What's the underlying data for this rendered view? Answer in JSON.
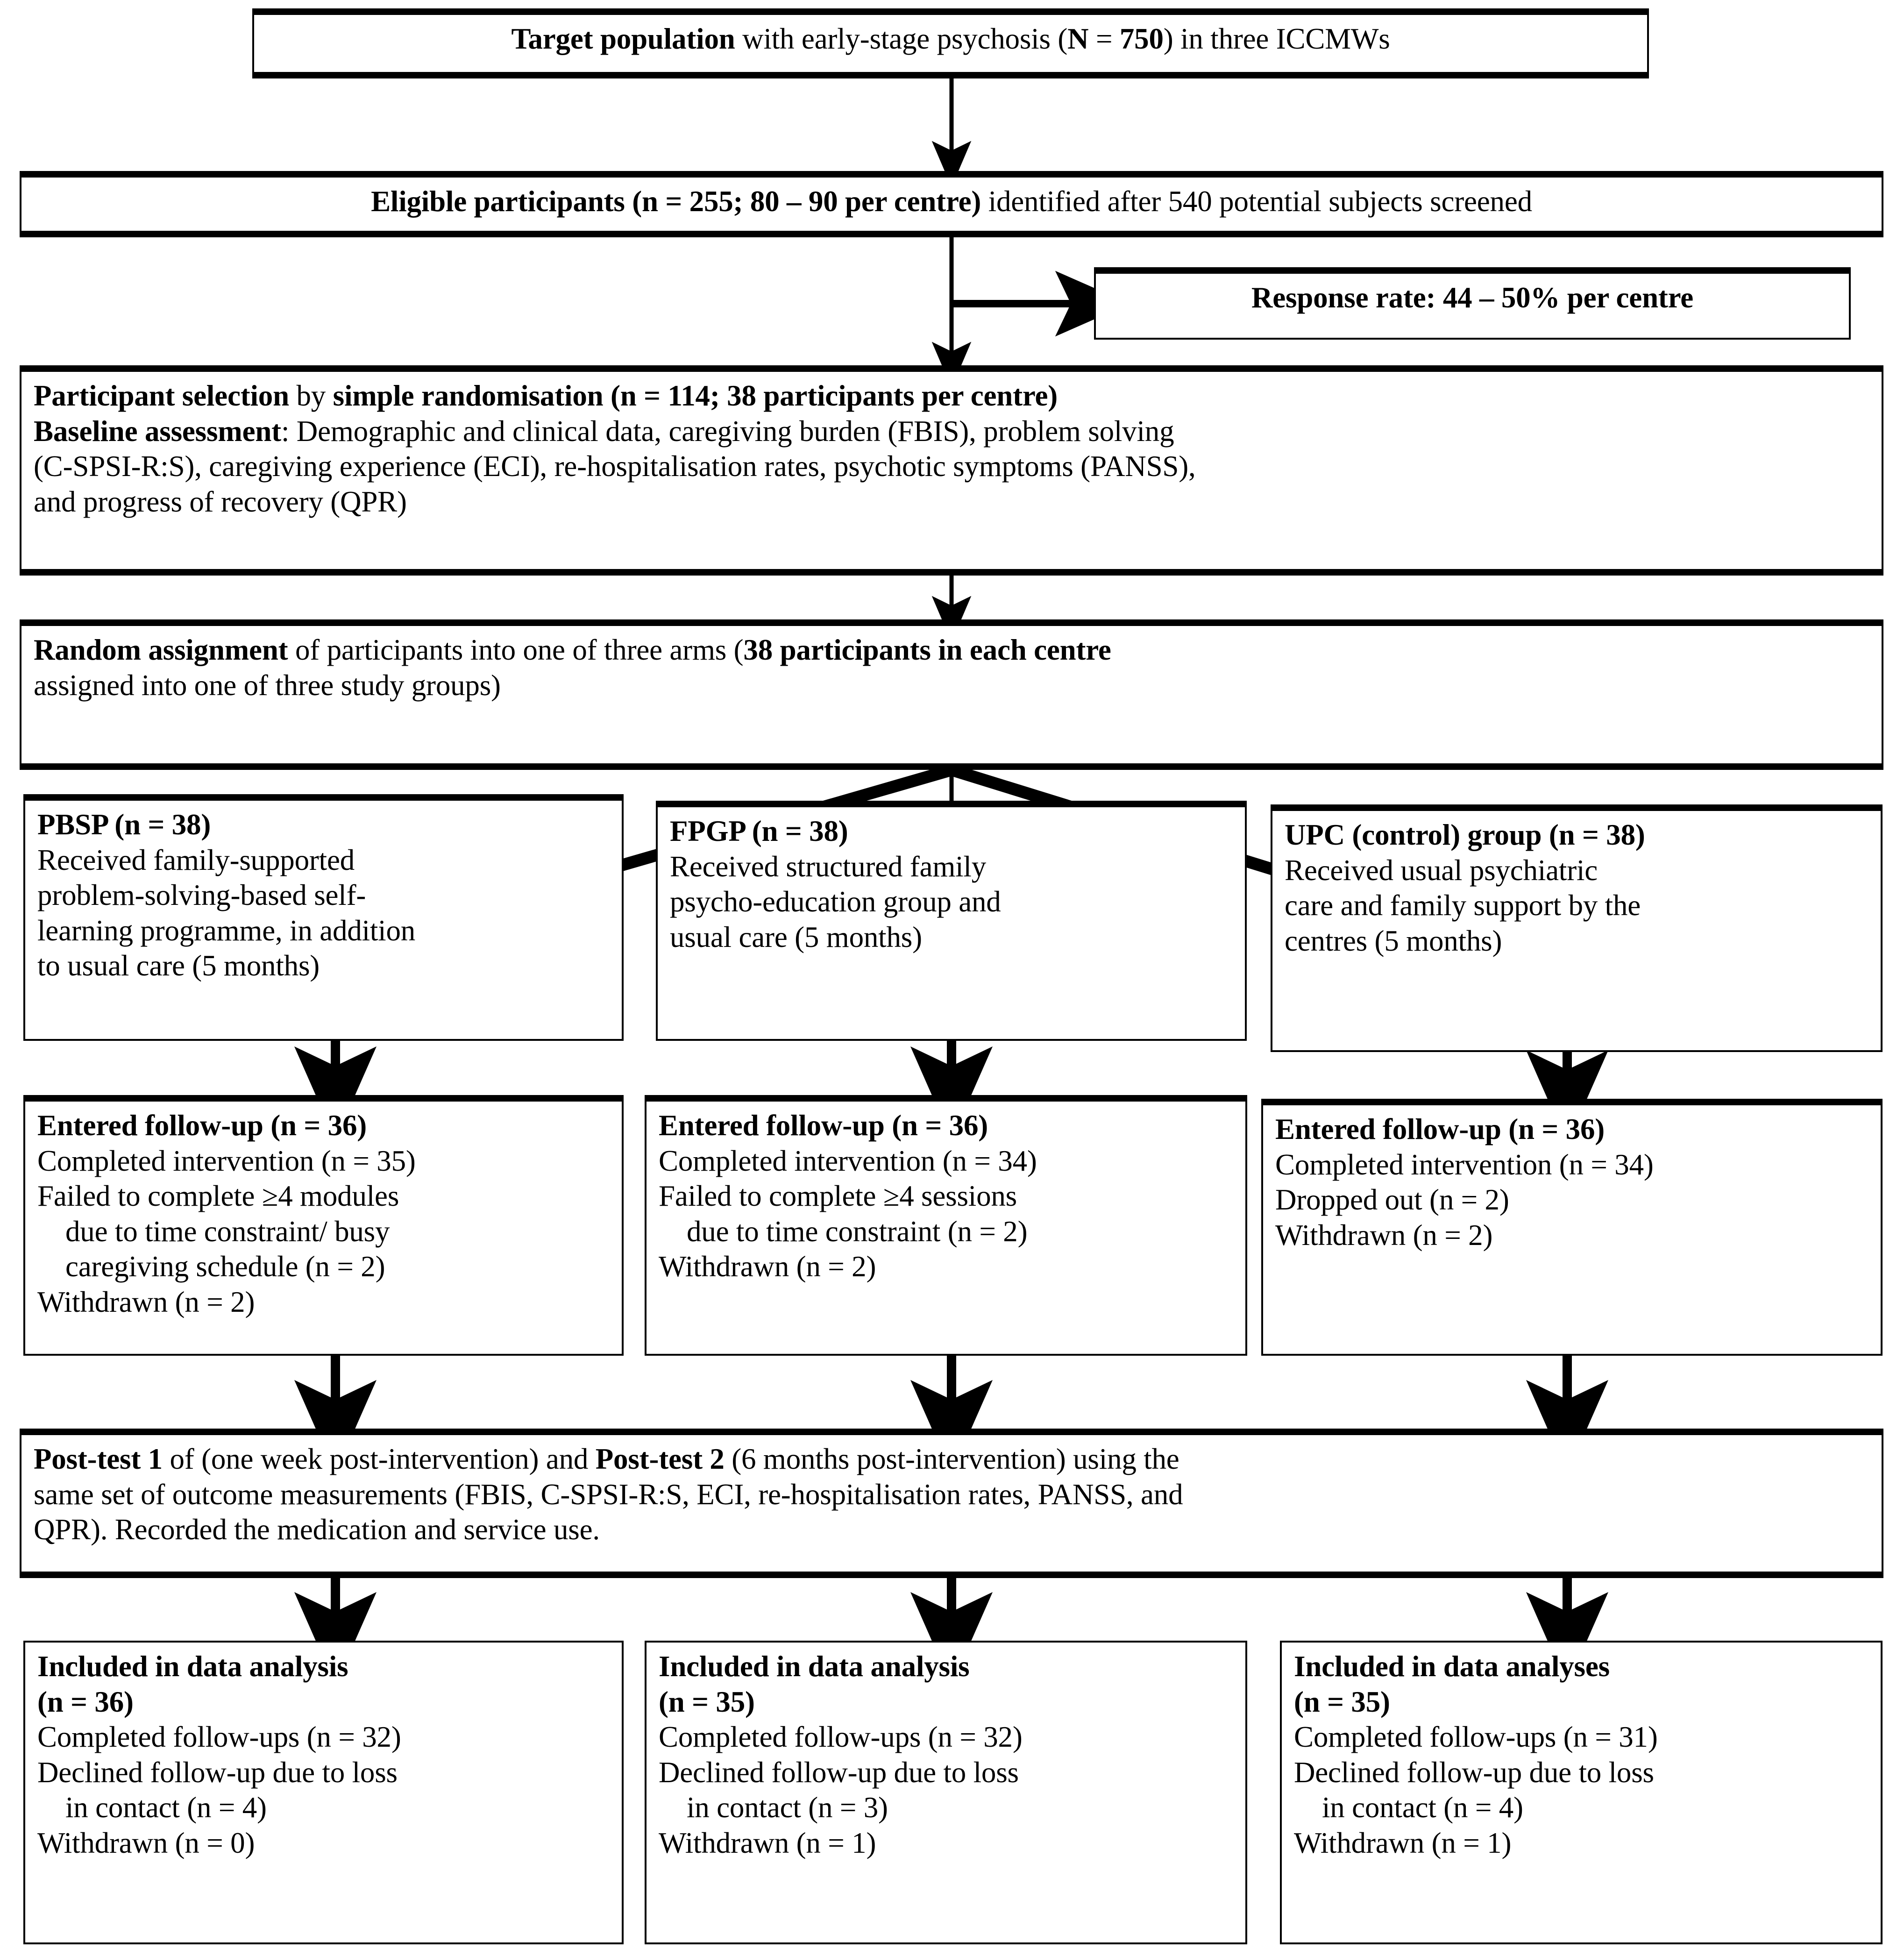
{
  "diagram": {
    "title": "CONSORT participant flow diagram",
    "colors": {
      "stroke": "#000000",
      "background": "#ffffff"
    }
  },
  "nodes": {
    "target_population": {
      "lines": [
        {
          "segments": [
            {
              "text": "Target population",
              "bold": true
            },
            {
              "text": " with early-stage psychosis (",
              "bold": false
            },
            {
              "text": "N",
              "bold": true
            },
            {
              "text": " = ",
              "bold": false
            },
            {
              "text": "750",
              "bold": true
            },
            {
              "text": ") in three ICCMWs",
              "bold": false
            }
          ]
        }
      ]
    },
    "eligible_participants": {
      "lines": [
        {
          "segments": [
            {
              "text": "Eligible participants (n = 255; 80 ",
              "bold": true
            },
            {
              "text": "–",
              "bold": true
            },
            {
              "text": " 90 per centre)",
              "bold": true
            },
            {
              "text": " identified after 540 potential subjects screened",
              "bold": false
            }
          ]
        }
      ]
    },
    "response_rate": {
      "lines": [
        {
          "segments": [
            {
              "text": "Response rate: 44 – 50% per centre",
              "bold": true
            }
          ]
        }
      ]
    },
    "participant_selection": {
      "lines": [
        {
          "segments": [
            {
              "text": "Participant selection",
              "bold": true
            },
            {
              "text": " by ",
              "bold": false
            },
            {
              "text": "simple randomisation (n = 114; 38 participants per centre)",
              "bold": true
            }
          ]
        },
        {
          "segments": [
            {
              "text": "Baseline assessment",
              "bold": true
            },
            {
              "text": ": Demographic and clinical data, caregiving burden (FBIS), problem solving",
              "bold": false
            }
          ]
        },
        {
          "segments": [
            {
              "text": "(C-SPSI-R:S), caregiving experience (ECI), re-hospitalisation rates, psychotic symptoms (PANSS),",
              "bold": false
            }
          ]
        },
        {
          "segments": [
            {
              "text": "and progress of recovery (QPR)",
              "bold": false
            }
          ]
        }
      ]
    },
    "random_assignment": {
      "lines": [
        {
          "segments": [
            {
              "text": "Random assignment",
              "bold": true
            },
            {
              "text": " of participants into one of three arms (",
              "bold": false
            },
            {
              "text": "38 participants in each centre",
              "bold": true
            }
          ]
        },
        {
          "segments": [
            {
              "text": "assigned into one of three study groups)",
              "bold": false
            }
          ]
        }
      ]
    },
    "arm_pbsp": {
      "lines": [
        {
          "segments": [
            {
              "text": "PBSP (n = 38)",
              "bold": true
            }
          ]
        },
        {
          "segments": [
            {
              "text": "Received family-supported",
              "bold": false
            }
          ]
        },
        {
          "segments": [
            {
              "text": "problem-solving-based self-",
              "bold": false
            }
          ]
        },
        {
          "segments": [
            {
              "text": "learning programme, in addition",
              "bold": false
            }
          ]
        },
        {
          "segments": [
            {
              "text": "to usual care (5 months)",
              "bold": false
            }
          ]
        }
      ]
    },
    "arm_fpgp": {
      "lines": [
        {
          "segments": [
            {
              "text": "FPGP (n = 38)",
              "bold": true
            }
          ]
        },
        {
          "segments": [
            {
              "text": "Received structured family",
              "bold": false
            }
          ]
        },
        {
          "segments": [
            {
              "text": "psycho-education group and",
              "bold": false
            }
          ]
        },
        {
          "segments": [
            {
              "text": "usual care (5 months)",
              "bold": false
            }
          ]
        }
      ]
    },
    "arm_upc": {
      "lines": [
        {
          "segments": [
            {
              "text": "UPC (control) group (n = 38)",
              "bold": true
            }
          ]
        },
        {
          "segments": [
            {
              "text": "Received usual psychiatric",
              "bold": false
            }
          ]
        },
        {
          "segments": [
            {
              "text": "care and family support by the",
              "bold": false
            }
          ]
        },
        {
          "segments": [
            {
              "text": "centres (5 months)",
              "bold": false
            }
          ]
        }
      ]
    },
    "followup_pbsp": {
      "lines": [
        {
          "segments": [
            {
              "text": "Entered follow-up (n = 36)",
              "bold": true
            }
          ]
        },
        {
          "segments": [
            {
              "text": "Completed intervention (n = 35)",
              "bold": false
            }
          ]
        },
        {
          "segments": [
            {
              "text": "Failed to complete ≥4 modules",
              "bold": false
            }
          ]
        },
        {
          "indent": true,
          "segments": [
            {
              "text": "due to time constraint/ busy",
              "bold": false
            }
          ]
        },
        {
          "indent": true,
          "segments": [
            {
              "text": "caregiving schedule (n = 2)",
              "bold": false
            }
          ]
        },
        {
          "segments": [
            {
              "text": "Withdrawn (n = 2)",
              "bold": false
            }
          ]
        }
      ]
    },
    "followup_fpgp": {
      "lines": [
        {
          "segments": [
            {
              "text": "Entered follow-up (n = 36)",
              "bold": true
            }
          ]
        },
        {
          "segments": [
            {
              "text": "Completed intervention (n = 34)",
              "bold": false
            }
          ]
        },
        {
          "segments": [
            {
              "text": "Failed to complete ≥4 sessions",
              "bold": false
            }
          ]
        },
        {
          "indent": true,
          "segments": [
            {
              "text": "due to time constraint (n = 2)",
              "bold": false
            }
          ]
        },
        {
          "segments": [
            {
              "text": "Withdrawn (n = 2)",
              "bold": false
            }
          ]
        }
      ]
    },
    "followup_upc": {
      "lines": [
        {
          "segments": [
            {
              "text": "Entered follow-up (n = 36)",
              "bold": true
            }
          ]
        },
        {
          "segments": [
            {
              "text": "Completed intervention (n = 34)",
              "bold": false
            }
          ]
        },
        {
          "segments": [
            {
              "text": "Dropped out (n = 2)",
              "bold": false
            }
          ]
        },
        {
          "segments": [
            {
              "text": "Withdrawn (n = 2)",
              "bold": false
            }
          ]
        }
      ]
    },
    "post_test": {
      "lines": [
        {
          "segments": [
            {
              "text": "Post-test 1",
              "bold": true
            },
            {
              "text": " of (one week post-intervention) and ",
              "bold": false
            },
            {
              "text": "Post-test 2",
              "bold": true
            },
            {
              "text": " (6 months post-intervention) using the",
              "bold": false
            }
          ]
        },
        {
          "segments": [
            {
              "text": "same set of outcome measurements (FBIS, C-SPSI-R:S, ECI, re-hospitalisation rates, PANSS, and",
              "bold": false
            }
          ]
        },
        {
          "segments": [
            {
              "text": "QPR). Recorded the medication and service use.",
              "bold": false
            }
          ]
        }
      ]
    },
    "analysis_pbsp": {
      "lines": [
        {
          "segments": [
            {
              "text": "Included in data analysis",
              "bold": true
            }
          ]
        },
        {
          "segments": [
            {
              "text": "(n = 36)",
              "bold": true
            }
          ]
        },
        {
          "segments": [
            {
              "text": "Completed follow-ups (n = 32)",
              "bold": false
            }
          ]
        },
        {
          "segments": [
            {
              "text": "Declined follow-up due to loss",
              "bold": false
            }
          ]
        },
        {
          "indent": true,
          "segments": [
            {
              "text": "in contact (n = 4)",
              "bold": false
            }
          ]
        },
        {
          "segments": [
            {
              "text": "Withdrawn (n = 0)",
              "bold": false
            }
          ]
        }
      ]
    },
    "analysis_fpgp": {
      "lines": [
        {
          "segments": [
            {
              "text": "Included in data analysis",
              "bold": true
            }
          ]
        },
        {
          "segments": [
            {
              "text": "(n = 35)",
              "bold": true
            }
          ]
        },
        {
          "segments": [
            {
              "text": "Completed follow-ups (n = 32)",
              "bold": false
            }
          ]
        },
        {
          "segments": [
            {
              "text": "Declined follow-up due to loss",
              "bold": false
            }
          ]
        },
        {
          "indent": true,
          "segments": [
            {
              "text": "in contact (n = 3)",
              "bold": false
            }
          ]
        },
        {
          "segments": [
            {
              "text": "Withdrawn (n = 1)",
              "bold": false
            }
          ]
        }
      ]
    },
    "analysis_upc": {
      "lines": [
        {
          "segments": [
            {
              "text": "Included in data analyses",
              "bold": true
            }
          ]
        },
        {
          "segments": [
            {
              "text": "(n = 35)",
              "bold": true
            }
          ]
        },
        {
          "segments": [
            {
              "text": "Completed follow-ups (n = 31)",
              "bold": false
            }
          ]
        },
        {
          "segments": [
            {
              "text": "Declined follow-up due to loss",
              "bold": false
            }
          ]
        },
        {
          "indent": true,
          "segments": [
            {
              "text": "in contact (n = 4)",
              "bold": false
            }
          ]
        },
        {
          "segments": [
            {
              "text": "Withdrawn (n = 1)",
              "bold": false
            }
          ]
        }
      ]
    }
  }
}
